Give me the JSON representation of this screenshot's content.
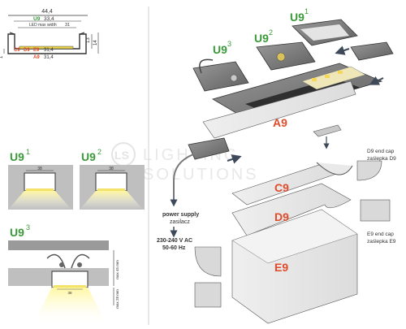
{
  "colors": {
    "green": "#3a9a3a",
    "red": "#e24a2a",
    "dark": "#333333",
    "profile": "#8a8a8a",
    "profile_light": "#c9c9c9",
    "led_yellow": "#f3e36b",
    "watermark": "#d6d6d6",
    "arrow": "#3e4a5a"
  },
  "top_drawing": {
    "dim_width": "44,4",
    "u9_label": "U9",
    "u9_value": "33,4",
    "led_label": "LED max width",
    "led_value": "31",
    "c9_label": "C9",
    "d9_label": "D9",
    "e9_label": "E9",
    "cde_value": "31,4",
    "a9_label": "A9",
    "a9_value": "31,4",
    "h1": "13",
    "h2": "14",
    "h3": "1"
  },
  "variants": {
    "u9_1": {
      "name": "U9",
      "sup": "1",
      "dim": "38"
    },
    "u9_2": {
      "name": "U9",
      "sup": "2",
      "dim": "38"
    },
    "u9_3": {
      "name": "U9",
      "sup": "3",
      "dim": "38",
      "dim_top": "max 45 mm",
      "dim_bottom": "max 28 mm"
    }
  },
  "watermark": {
    "line1": "LIGHTING",
    "line2": "SOLUTIONS"
  },
  "exploded": {
    "u9_1": {
      "name": "U9",
      "sup": "1"
    },
    "u9_2": {
      "name": "U9",
      "sup": "2"
    },
    "u9_3": {
      "name": "U9",
      "sup": "3"
    },
    "a9": "A9",
    "c9": "C9",
    "d9": "D9",
    "e9": "E9",
    "d9_cap": {
      "line1": "D9 end cap",
      "line2": "zaślepka D9"
    },
    "e9_cap": {
      "line1": "E9 end cap",
      "line2": "zaślepka E9"
    },
    "power": {
      "line1": "power supply",
      "line2": "zasilacz",
      "line3": "230-240 V AC",
      "line4": "50-60 Hz"
    }
  }
}
